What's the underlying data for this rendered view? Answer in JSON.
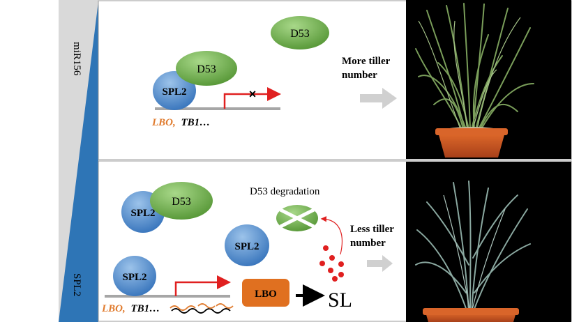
{
  "left_bar": {
    "top_label": "miR156",
    "bottom_label": "SPL2",
    "bar_gray": "#d9d9d9",
    "bar_blue": "#2e75b6"
  },
  "top_panel": {
    "ellipses": [
      {
        "label": "D53",
        "color": "green"
      },
      {
        "label": "D53",
        "color": "green"
      },
      {
        "label": "SPL2",
        "color": "blue"
      }
    ],
    "promoter_blocked_mark": "×",
    "genes_orange": "LBO,",
    "genes_black": "TB1…",
    "outcome": "More tiller number",
    "outcome_lines": [
      "More tiller",
      "number"
    ]
  },
  "bottom_panel": {
    "ellipses": [
      {
        "label": "SPL2",
        "color": "blue"
      },
      {
        "label": "D53",
        "color": "green"
      },
      {
        "label": "SPL2",
        "color": "blue"
      },
      {
        "label": "SPL2",
        "color": "blue"
      }
    ],
    "degradation_label": "D53 degradation",
    "genes_orange": "LBO,",
    "genes_black": "TB1…",
    "lbo_box_label": "LBO",
    "sl_label": "SL",
    "outcome": "Less tiller number",
    "outcome_lines": [
      "Less tiller",
      "number"
    ]
  },
  "colors": {
    "green_ellipse": "#6aa84f",
    "blue_ellipse": "#4a86c8",
    "promoter_red": "#e02020",
    "gene_orange": "#e07b2e",
    "lbo_box": "#e07020",
    "dots_red": "#e02020",
    "gray_arrow": "#d0d0d0",
    "photo_bg": "#000000"
  }
}
